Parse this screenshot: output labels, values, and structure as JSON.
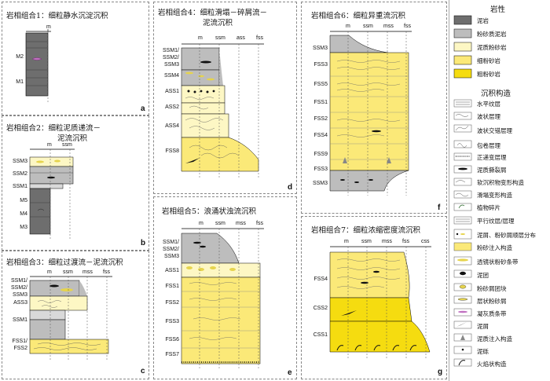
{
  "panels": {
    "a": {
      "title": "岩相组合1：细粒静水沉淀沉积",
      "letter": "a",
      "axis": [
        "m"
      ],
      "units": [
        "M2",
        "M1"
      ]
    },
    "b": {
      "title_line1": "岩相组合2：细粒泥质递流－",
      "title_line2": "泥流沉积",
      "letter": "b",
      "axis": [
        "m",
        "ssm"
      ],
      "units": [
        "SSM3",
        "SSM2",
        "SSM1",
        "M5",
        "M4",
        "M3"
      ]
    },
    "c": {
      "title": "岩相组合3：细粒过渡流－泥流沉积",
      "letter": "c",
      "axis": [
        "m",
        "ssm",
        "mss",
        "fss"
      ],
      "units": [
        "SSM1/",
        "SSM2/",
        "SSM3",
        "ASS3",
        "SSM1",
        "FSS1/",
        "FSS2"
      ]
    },
    "d": {
      "title_line1": "岩相组合4：细粒滑塌－碎屑流－",
      "title_line2": "泥流沉积",
      "letter": "d",
      "axis": [
        "m",
        "ssm",
        "ass",
        "fss"
      ],
      "units": [
        "SSM1/",
        "SSM2/",
        "SSM3",
        "SSM4",
        "ASS1",
        "ASS2",
        "ASS4",
        "FSS8"
      ]
    },
    "e": {
      "title": "岩相组合5：浪涌状浊流沉积",
      "letter": "e",
      "axis": [
        "m",
        "ssm",
        "mss",
        "fss"
      ],
      "units": [
        "SSM1/",
        "SSM2/",
        "SSM3",
        "ASS1",
        "FSS1",
        "FSS2",
        "FSS3",
        "FSS6",
        "FSS7"
      ]
    },
    "f": {
      "title": "岩相组合6：细粒异重流沉积",
      "letter": "f",
      "axis": [
        "m",
        "ssm",
        "mss",
        "fss"
      ],
      "units": [
        "SSM3",
        "FSS3",
        "FSS5",
        "FSS1",
        "FSS2",
        "FSS4",
        "FSS9",
        "FSS3",
        "SSM3"
      ]
    },
    "g": {
      "title": "岩相组合7：细粒浓缩密度流沉积",
      "letter": "g",
      "axis": [
        "m",
        "ssm",
        "mss",
        "fss",
        "css"
      ],
      "units": [
        "FSS4",
        "CSS2",
        "CSS1"
      ]
    }
  },
  "legend": {
    "lithology_title": "岩性",
    "lithology": [
      "泥岩",
      "粉砂质泥岩",
      "泥质粉砂岩",
      "细粉砂岩",
      "粗粉砂岩"
    ],
    "structure_title": "沉积构造",
    "structures": [
      "水平纹层",
      "波状层理",
      "波状交错层理",
      "包卷层理",
      "正递变层理",
      "泥质撕裂屑",
      "软沉积物变形构造",
      "滑塌变形构造",
      "植物碎片",
      "平行纹层/层理",
      "泥屑、粉砂屑顺层分布",
      "粉砂注入构造",
      "透镜状粉砂条带",
      "泥团",
      "粉砂屑团块",
      "层状粉砂屑",
      "凝灰质条带",
      "泥屑",
      "泥质注入构造",
      "泥砾",
      "火焰状构造"
    ],
    "colors": {
      "mudstone": "#6e6e6e",
      "silty_mudstone": "#bdbdbd",
      "muddy_siltstone": "#fdf7c4",
      "fine_siltstone": "#fbe978",
      "coarse_siltstone": "#f5dc10"
    }
  }
}
